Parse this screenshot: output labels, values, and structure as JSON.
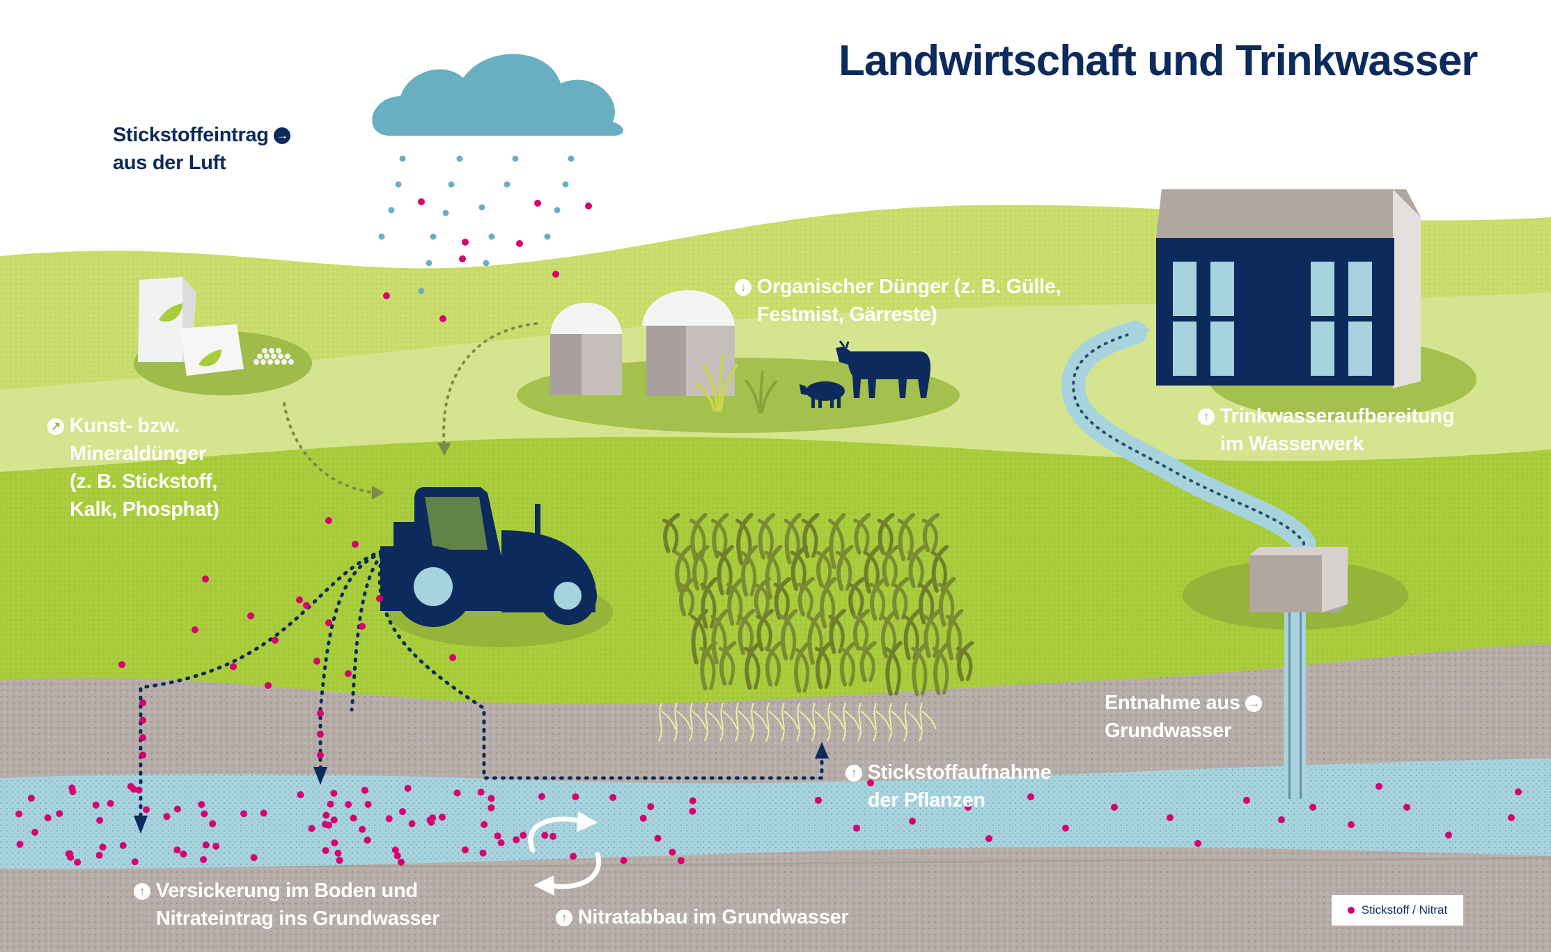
{
  "title": "Landwirtschaft und Trinkwasser",
  "labels": {
    "air": [
      "Stickstoffeintrag",
      "aus der Luft"
    ],
    "mineral": [
      "Kunst- bzw.",
      "Mineraldünger",
      "(z. B. Stickstoff,",
      "Kalk, Phosphat)"
    ],
    "organic": [
      "Organischer Dünger (z. B. Gülle,",
      "Festmist, Gärreste)"
    ],
    "waterworks": [
      "Trinkwasseraufbereitung",
      "im Wasserwerk"
    ],
    "extraction": [
      "Entnahme aus",
      "Grundwasser"
    ],
    "uptake": [
      "Stickstoffaufnahme",
      "der Pflanzen"
    ],
    "seepage": [
      "Versickerung im Boden und",
      "Nitrateintrag ins Grundwasser"
    ],
    "degradation": [
      "Nitratabbau im Grundwasser"
    ]
  },
  "legend": {
    "label": "Stickstoff / Nitrat"
  },
  "icons": {
    "air": "arrow-right-circle-icon",
    "mineral": "arrow-up-right-circle-icon",
    "organic": "arrow-down-circle-icon",
    "waterworks": "arrow-up-circle-icon",
    "extraction": "arrow-right-circle-icon",
    "uptake": "arrow-up-circle-icon",
    "seepage": "arrow-up-circle-icon",
    "degradation": "arrow-up-circle-icon"
  },
  "colors": {
    "title": "#0c2a5b",
    "nitrate": "#d6006f",
    "groundwater": "#a7d3de",
    "soil": "#b6ada8",
    "field_green": "#a8cc3a",
    "meadow": "#d4e48f",
    "cloud": "#6aaec1",
    "tractor": "#0c2a5b"
  }
}
